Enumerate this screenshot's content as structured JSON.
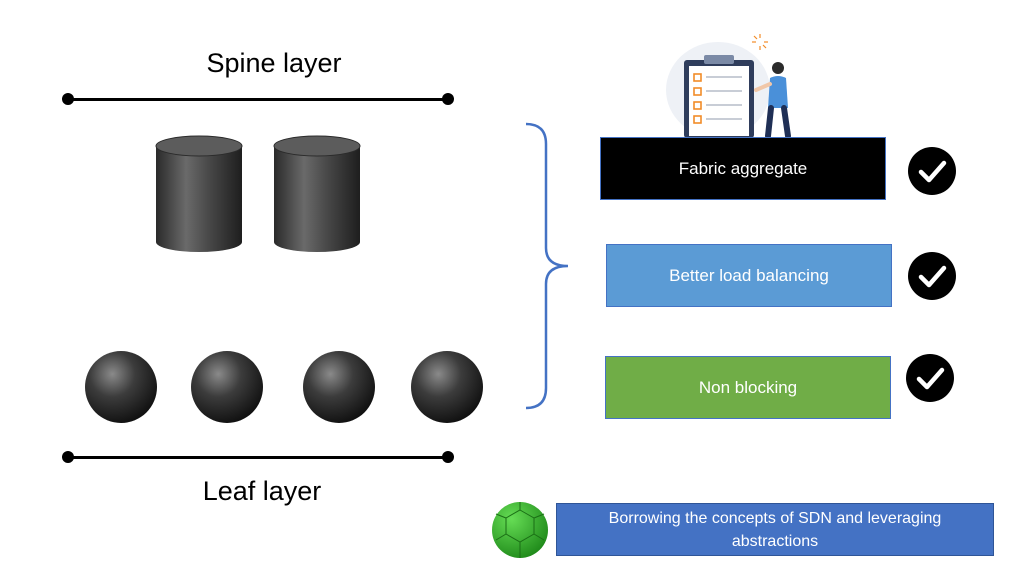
{
  "spine": {
    "label": "Spine layer"
  },
  "leaf": {
    "label": "Leaf layer"
  },
  "benefits": [
    {
      "label": "Fabric aggregate",
      "color": "#000000",
      "checked": true
    },
    {
      "label": "Better load balancing",
      "color": "#5B9BD5",
      "checked": true
    },
    {
      "label": "Non blocking",
      "color": "#70AD47",
      "checked": true
    }
  ],
  "note": {
    "label": "Borrowing the concepts of SDN and leveraging abstractions",
    "color": "#4472C4"
  },
  "icons": {
    "spine_nodes": [
      "cylinder-icon",
      "cylinder-icon"
    ],
    "leaf_nodes": [
      "sphere-icon",
      "sphere-icon",
      "sphere-icon",
      "sphere-icon"
    ],
    "checklist": "checklist-person-illustration",
    "note_icon": "green-polyhedron-icon"
  },
  "accent": {
    "bracket": "#4472C4",
    "check_bg": "#000000"
  }
}
